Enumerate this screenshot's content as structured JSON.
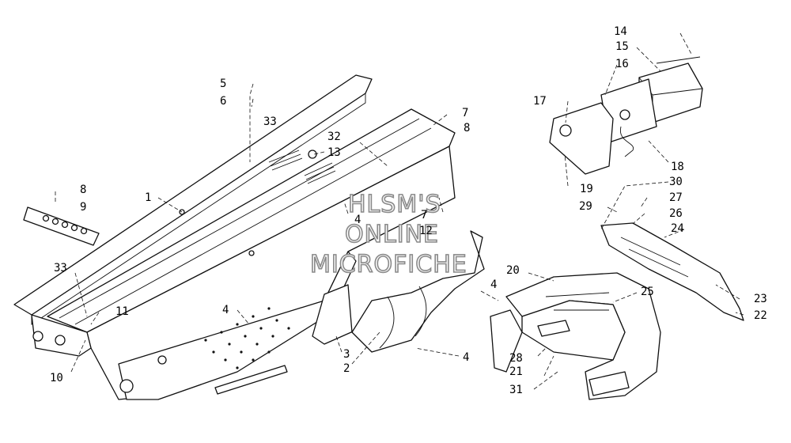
{
  "watermark": {
    "line1": "HLSM'S",
    "line2": "ONLINE",
    "line3": "MICROFICHE"
  },
  "callouts": {
    "c1": "1",
    "c2": "2",
    "c3": "3",
    "c4a": "4",
    "c4b": "4",
    "c4c": "4",
    "c4d": "4",
    "c5": "5",
    "c6": "6",
    "c7a": "7",
    "c7b": "7",
    "c8a": "8",
    "c8b": "8",
    "c9": "9",
    "c10": "10",
    "c11": "11",
    "c12": "12",
    "c13": "13",
    "c14": "14",
    "c15": "15",
    "c16": "16",
    "c17": "17",
    "c18": "18",
    "c19": "19",
    "c20": "20",
    "c21": "21",
    "c22": "22",
    "c23": "23",
    "c24": "24",
    "c25": "25",
    "c26": "26",
    "c27": "27",
    "c28": "28",
    "c29": "29",
    "c30": "30",
    "c31": "31",
    "c32": "32",
    "c33a": "33",
    "c33b": "33"
  },
  "colors": {
    "ink": "#111111",
    "watermark_outline": "#8a8a8a",
    "background": "#ffffff"
  }
}
